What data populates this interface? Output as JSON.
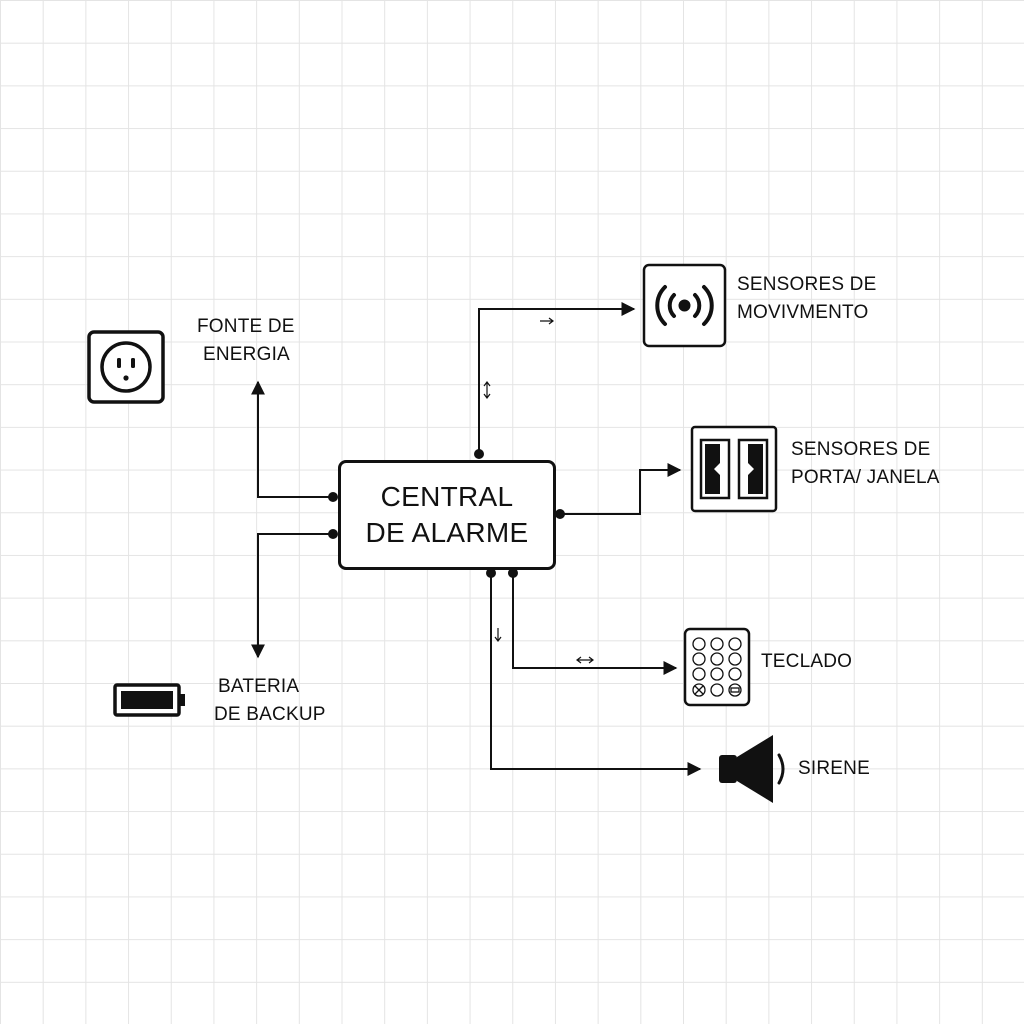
{
  "central": {
    "line1": "CENTRAL",
    "line2": "DE ALARME"
  },
  "nodes": {
    "fonte": {
      "line1": "FONTE DE",
      "line2": "ENERGIA",
      "icon": "power-outlet-icon"
    },
    "bateria": {
      "line1": "BATERIA",
      "line2": "DE BACKUP",
      "icon": "battery-icon"
    },
    "movimento": {
      "line1": "SENSORES DE",
      "line2": "MOVIVMENTO",
      "icon": "motion-sensor-icon"
    },
    "porta": {
      "line1": "SENSORES DE",
      "line2": "PORTA/ JANELA",
      "icon": "door-window-sensor-icon"
    },
    "teclado": {
      "line1": "TECLADO",
      "icon": "keypad-icon"
    },
    "sirene": {
      "line1": "SIRENE",
      "icon": "siren-speaker-icon"
    }
  },
  "colors": {
    "ink": "#111111",
    "grid": "#e4e4e4",
    "background": "#ffffff"
  }
}
